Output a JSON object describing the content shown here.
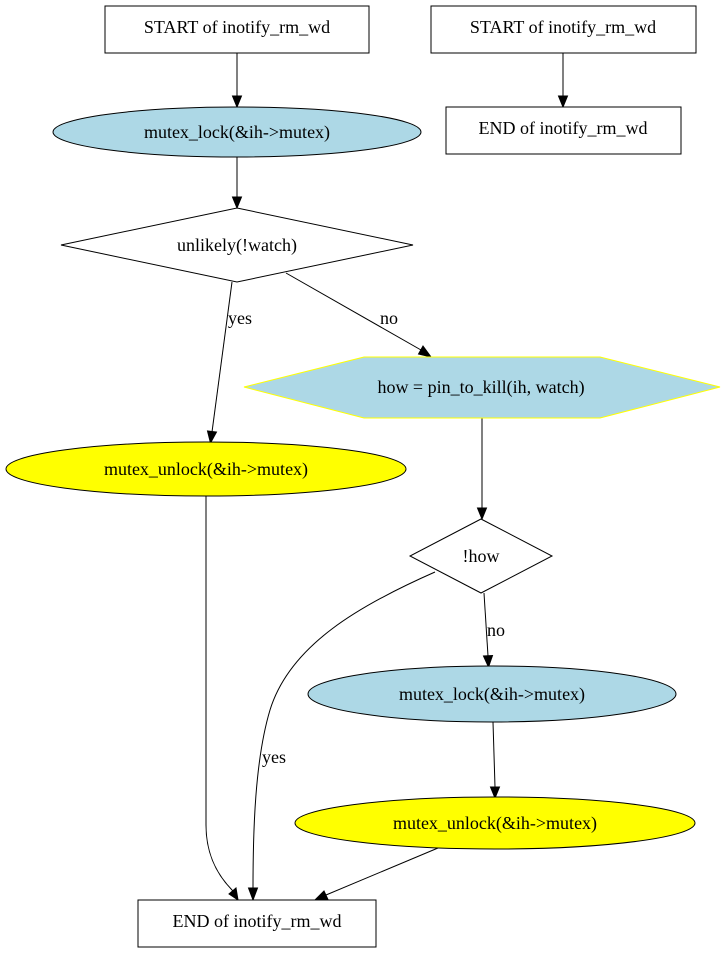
{
  "colors": {
    "lightblue": "#add8e6",
    "yellow": "#ffff00",
    "white": "#ffffff",
    "stroke": "#000000",
    "hex_stroke": "#ffff00"
  },
  "nodes": {
    "start_1": "START of inotify_rm_wd",
    "start_2": "START of inotify_rm_wd",
    "end_top": "END of inotify_rm_wd",
    "lock_1": "mutex_lock(&ih->mutex)",
    "cond_watch": "unlikely(!watch)",
    "pin_to_kill": "how = pin_to_kill(ih, watch)",
    "unlock_1": "mutex_unlock(&ih->mutex)",
    "cond_how": "!how",
    "lock_2": "mutex_lock(&ih->mutex)",
    "unlock_2": "mutex_unlock(&ih->mutex)",
    "end_bottom": "END of inotify_rm_wd"
  },
  "edge_labels": {
    "watch_yes": "yes",
    "watch_no": "no",
    "how_no": "no",
    "how_yes": "yes"
  }
}
